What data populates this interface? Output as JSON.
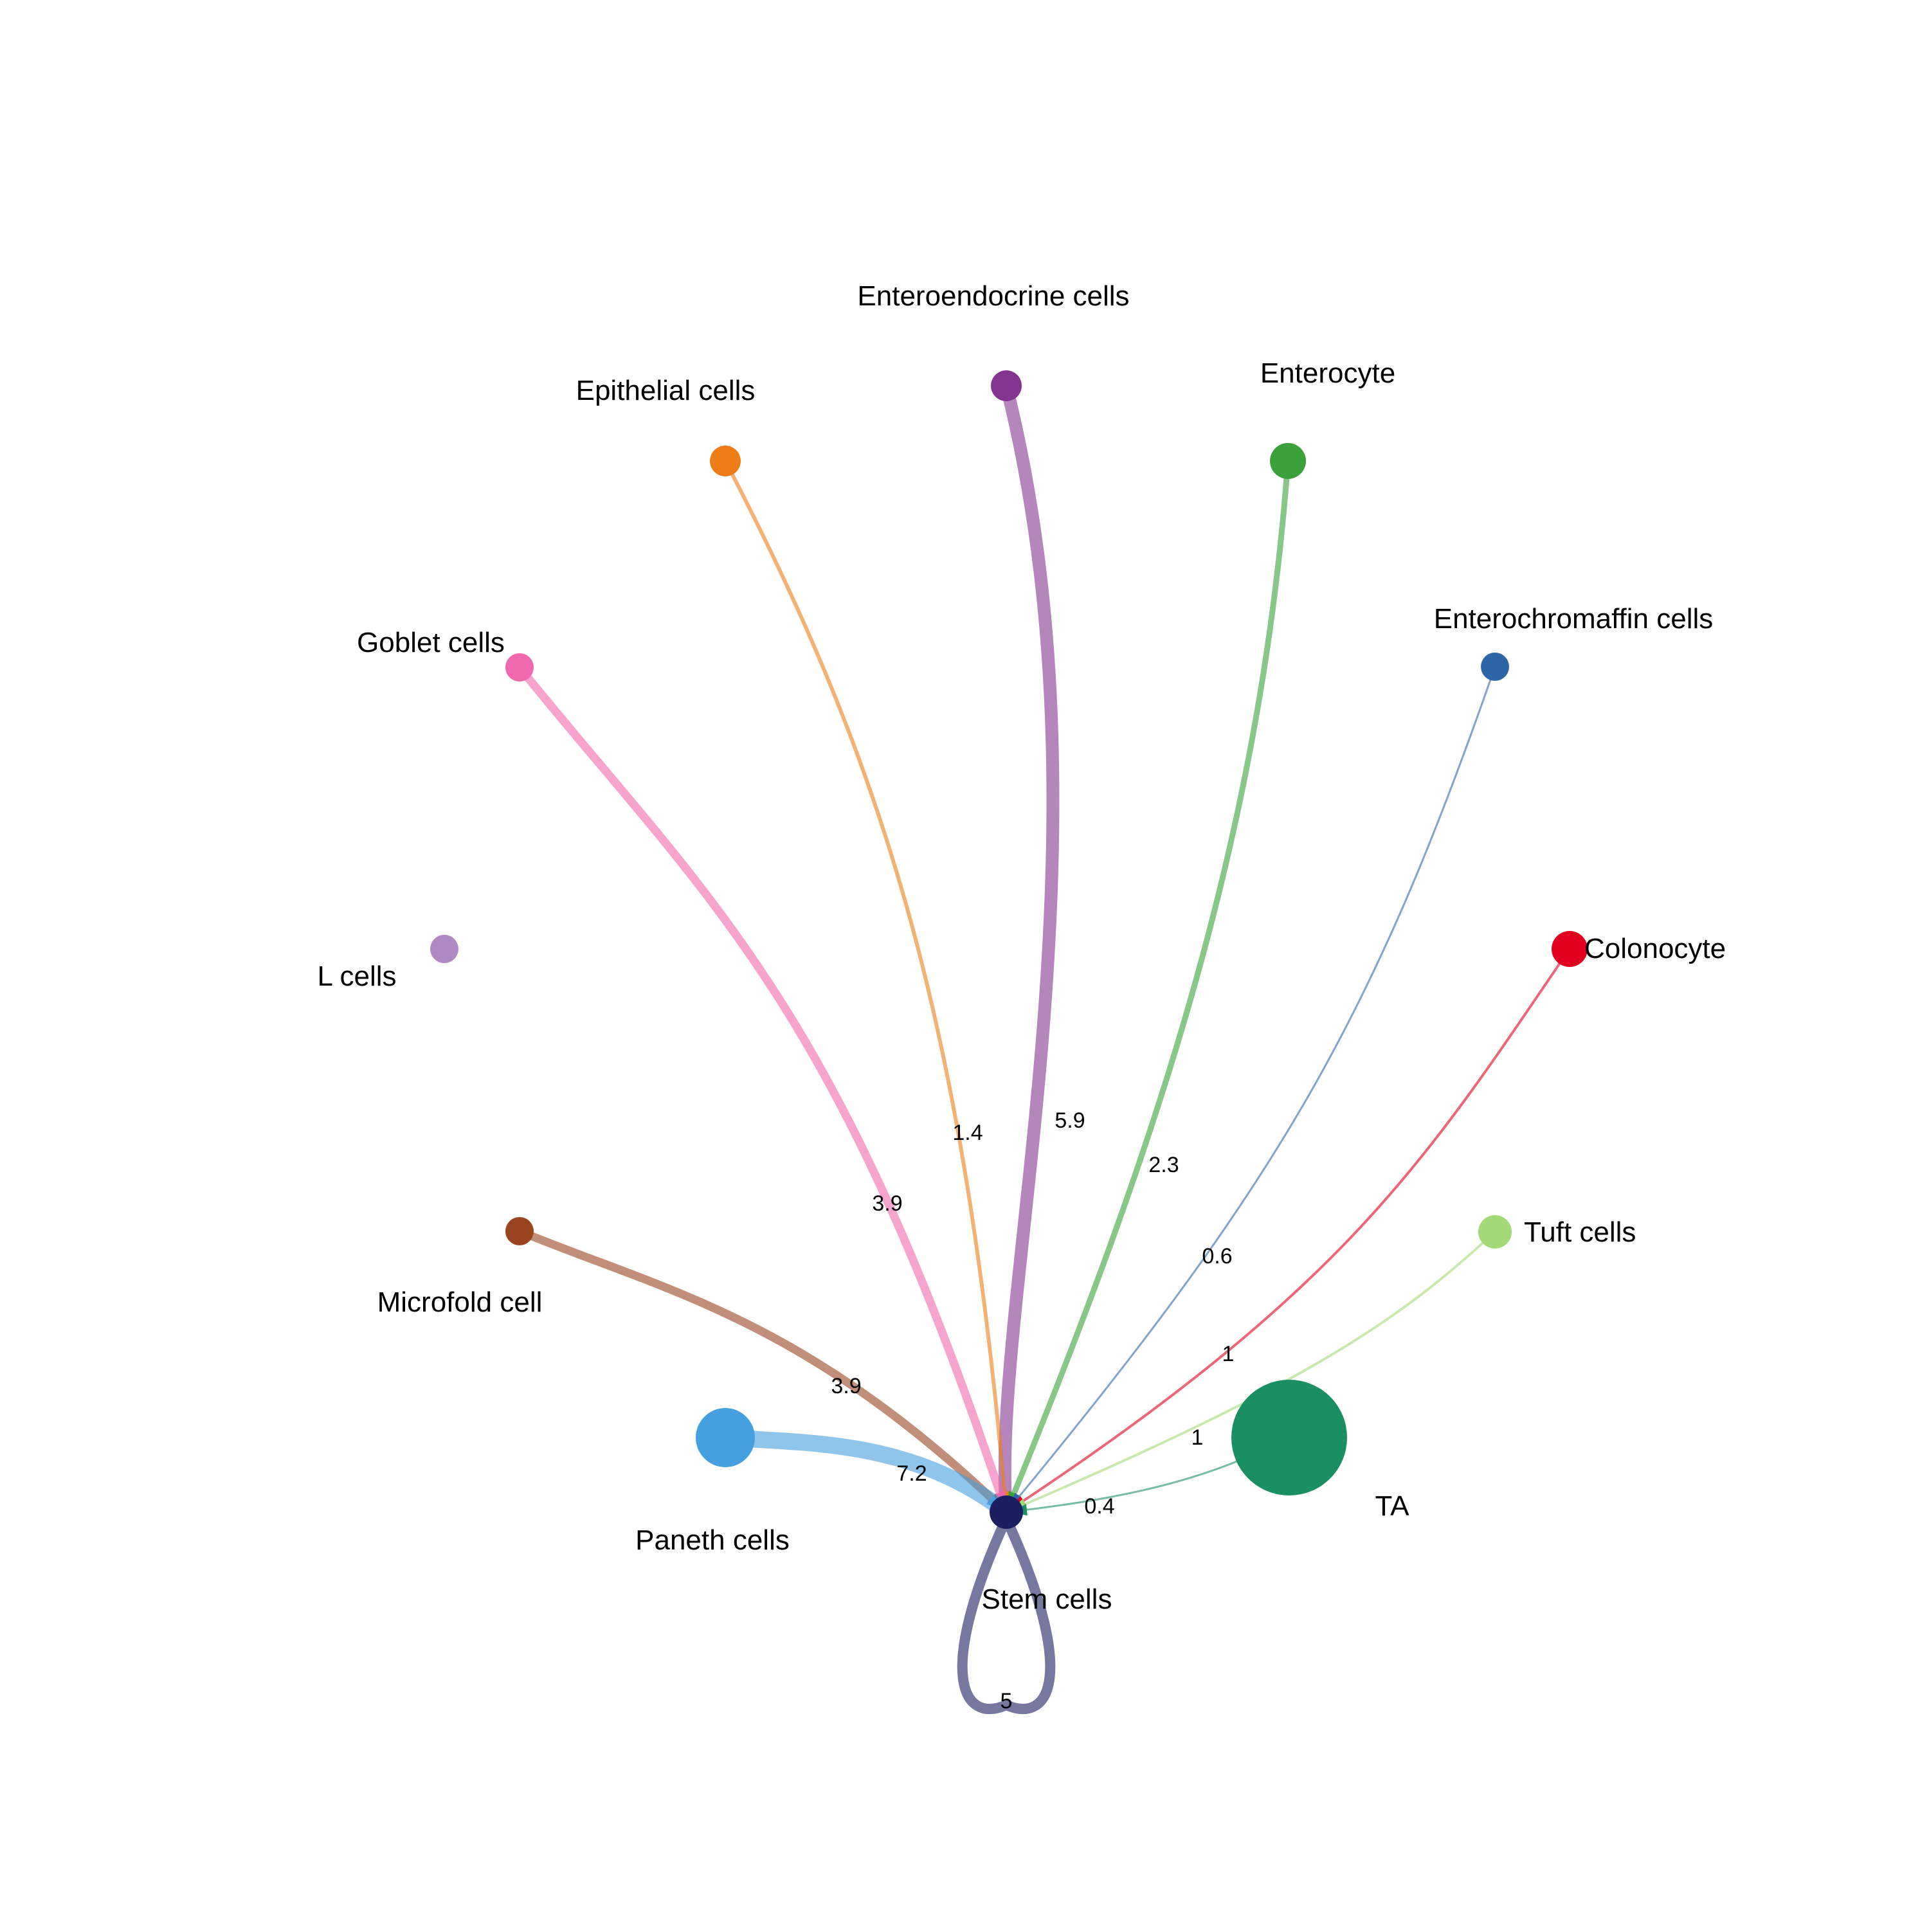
{
  "diagram": {
    "type": "cell-communication-network",
    "target_node": "Stem cells",
    "nodes": [
      {
        "id": "enteroendocrine",
        "name": "Enteroendocrine cells",
        "color": "#83368F"
      },
      {
        "id": "epithelial",
        "name": "Epithelial cells",
        "color": "#EE7D18"
      },
      {
        "id": "enterocyte",
        "name": "Enterocyte",
        "color": "#3BA23B"
      },
      {
        "id": "enterochromaffin",
        "name": "Enterochromaffin cells",
        "color": "#2E65A6"
      },
      {
        "id": "goblet",
        "name": "Goblet cells",
        "color": "#F068AE"
      },
      {
        "id": "lcells",
        "name": "L cells",
        "color": "#AE89C3"
      },
      {
        "id": "colonocyte",
        "name": "Colonocyte",
        "color": "#E1001E"
      },
      {
        "id": "tuft",
        "name": "Tuft cells",
        "color": "#A3D977"
      },
      {
        "id": "microfold",
        "name": "Microfold cell",
        "color": "#984520"
      },
      {
        "id": "paneth",
        "name": "Paneth cells",
        "color": "#469FDE"
      },
      {
        "id": "ta",
        "name": "TA",
        "color": "#1B8F64"
      },
      {
        "id": "stem",
        "name": "Stem cells",
        "color": "#1B1E60"
      }
    ],
    "edges": [
      {
        "from": "enteroendocrine",
        "to": "stem",
        "weight": "5.9"
      },
      {
        "from": "epithelial",
        "to": "stem",
        "weight": "1.4"
      },
      {
        "from": "enterocyte",
        "to": "stem",
        "weight": "2.3"
      },
      {
        "from": "enterochromaffin",
        "to": "stem",
        "weight": "0.6"
      },
      {
        "from": "goblet",
        "to": "stem",
        "weight": "3.9"
      },
      {
        "from": "colonocyte",
        "to": "stem",
        "weight": "1"
      },
      {
        "from": "tuft",
        "to": "stem",
        "weight": "1"
      },
      {
        "from": "microfold",
        "to": "stem",
        "weight": "3.9"
      },
      {
        "from": "paneth",
        "to": "stem",
        "weight": "7.2"
      },
      {
        "from": "ta",
        "to": "stem",
        "weight": "0.4"
      },
      {
        "from": "stem",
        "to": "stem",
        "weight": "5"
      }
    ]
  }
}
